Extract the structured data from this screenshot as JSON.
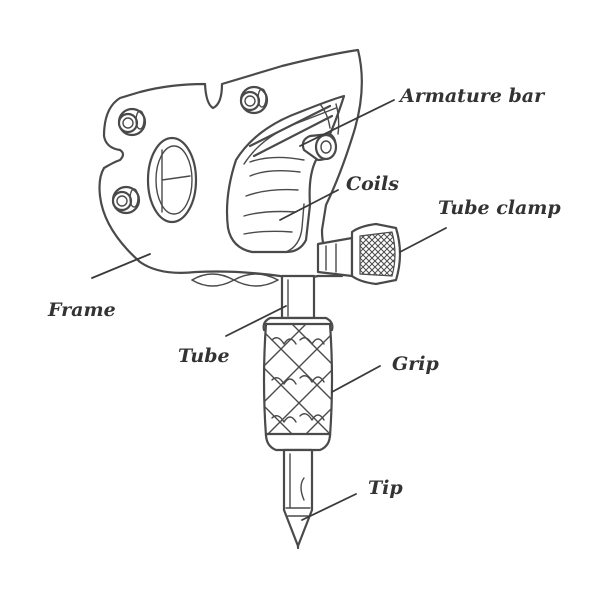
{
  "diagram": {
    "labels": {
      "armature_bar": "Armature bar",
      "coils": "Coils",
      "tube_clamp": "Tube clamp",
      "frame": "Frame",
      "tube": "Tube",
      "grip": "Grip",
      "tip": "Tip"
    },
    "colors": {
      "line": "#4a4a4a",
      "text": "#333333",
      "background": "#ffffff"
    }
  }
}
